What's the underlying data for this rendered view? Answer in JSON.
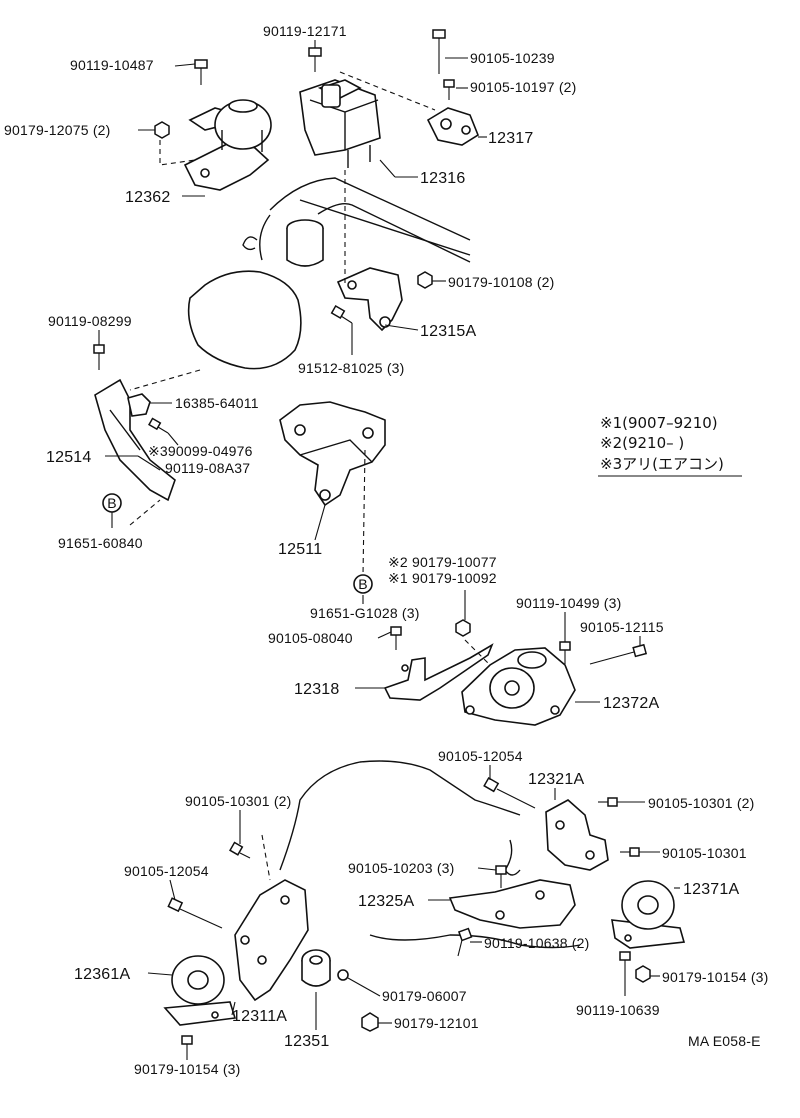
{
  "labels": {
    "p90119_12171": "90119-12171",
    "p90105_10239": "90105-10239",
    "p90119_10487": "90119-10487",
    "p90105_10197": "90105-10197 (2)",
    "p90179_12075": "90179-12075 (2)",
    "p12317": "12317",
    "p12362": "12362",
    "p12316": "12316",
    "p90179_10108": "90179-10108 (2)",
    "p90119_08299": "90119-08299",
    "p12315A": "12315A",
    "p91512_81025": "91512-81025 (3)",
    "p16385_64011": "16385-64011",
    "p90099_04976": "※390099-04976",
    "p12514": "12514",
    "p90119_08A37": "90119-08A37",
    "p91651_60840": "91651-60840",
    "p12511": "12511",
    "p90179_10077": "※2 90179-10077",
    "p90179_10092": "※1 90179-10092",
    "p91651_G1028": "91651-G1028 (3)",
    "p90119_10499": "90119-10499 (3)",
    "p90105_08040": "90105-08040",
    "p90105_12115": "90105-12115",
    "p12318": "12318",
    "p12372A": "12372A",
    "p90105_12054_top": "90105-12054",
    "p12321A": "12321A",
    "p90105_10301_2a": "90105-10301 (2)",
    "p90105_10301_2b": "90105-10301 (2)",
    "p90105_10301": "90105-10301",
    "p90105_10203": "90105-10203 (3)",
    "p90105_12054_left": "90105-12054",
    "p12325A": "12325A",
    "p12371A": "12371A",
    "p90119_10638": "90119-10638 (2)",
    "p12361A": "12361A",
    "p12311A": "12311A",
    "p90179_10154_r": "90179-10154 (3)",
    "p90179_06007": "90179-06007",
    "p90119_10639": "90119-10639",
    "p12351": "12351",
    "p90179_12101": "90179-12101",
    "p90179_10154_b": "90179-10154 (3)",
    "drawing_code": "MA E058-E"
  },
  "marker_b": "B",
  "notes": [
    "※1(9007–9210)",
    "※2(9210–        )",
    "※3アリ(エアコン)"
  ]
}
